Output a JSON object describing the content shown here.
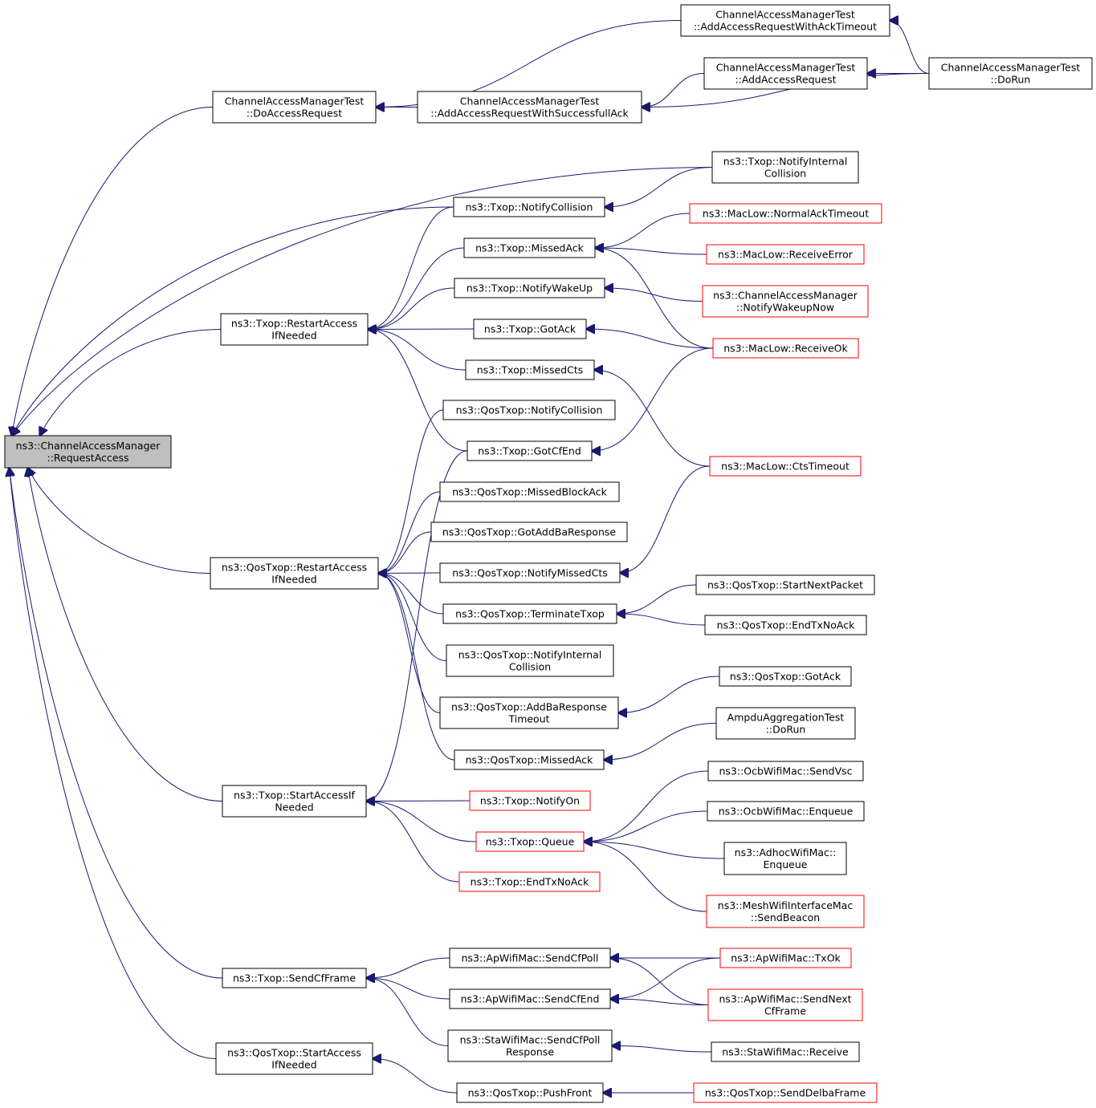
{
  "colors": {
    "edge": "#191970",
    "node_border": "#000000",
    "node_border_truncated": "#ff0000",
    "root_fill": "#bfbfbf",
    "node_fill": "#ffffff"
  },
  "nodes": [
    {
      "id": "root",
      "lines": [
        "ns3::ChannelAccessManager",
        "::RequestAccess"
      ],
      "style": "root"
    },
    {
      "id": "do_access_request",
      "lines": [
        "ChannelAccessManagerTest",
        "::DoAccessRequest"
      ],
      "style": "normal"
    },
    {
      "id": "add_req_ack_timeout",
      "lines": [
        "ChannelAccessManagerTest",
        "::AddAccessRequestWithAckTimeout"
      ],
      "style": "normal"
    },
    {
      "id": "add_req_successful_ack",
      "lines": [
        "ChannelAccessManagerTest",
        "::AddAccessRequestWithSuccessfullAck"
      ],
      "style": "normal"
    },
    {
      "id": "add_access_request",
      "lines": [
        "ChannelAccessManagerTest",
        "::AddAccessRequest"
      ],
      "style": "normal"
    },
    {
      "id": "cam_test_dorun",
      "lines": [
        "ChannelAccessManagerTest",
        "::DoRun"
      ],
      "style": "normal"
    },
    {
      "id": "txop_notify_internal_collision",
      "lines": [
        "ns3::Txop::NotifyInternal",
        "Collision"
      ],
      "style": "normal"
    },
    {
      "id": "txop_notify_collision",
      "lines": [
        "ns3::Txop::NotifyCollision"
      ],
      "style": "normal"
    },
    {
      "id": "maclow_normal_ack_timeout",
      "lines": [
        "ns3::MacLow::NormalAckTimeout"
      ],
      "style": "truncated"
    },
    {
      "id": "txop_missed_ack",
      "lines": [
        "ns3::Txop::MissedAck"
      ],
      "style": "normal"
    },
    {
      "id": "maclow_receive_error",
      "lines": [
        "ns3::MacLow::ReceiveError"
      ],
      "style": "truncated"
    },
    {
      "id": "txop_notify_wakeup",
      "lines": [
        "ns3::Txop::NotifyWakeUp"
      ],
      "style": "normal"
    },
    {
      "id": "cam_notify_wakeup_now",
      "lines": [
        "ns3::ChannelAccessManager",
        "::NotifyWakeupNow"
      ],
      "style": "truncated"
    },
    {
      "id": "txop_restart_access",
      "lines": [
        "ns3::Txop::RestartAccess",
        "IfNeeded"
      ],
      "style": "normal"
    },
    {
      "id": "txop_got_ack",
      "lines": [
        "ns3::Txop::GotAck"
      ],
      "style": "normal"
    },
    {
      "id": "maclow_receive_ok",
      "lines": [
        "ns3::MacLow::ReceiveOk"
      ],
      "style": "truncated"
    },
    {
      "id": "txop_missed_cts",
      "lines": [
        "ns3::Txop::MissedCts"
      ],
      "style": "normal"
    },
    {
      "id": "qostxop_notify_collision",
      "lines": [
        "ns3::QosTxop::NotifyCollision"
      ],
      "style": "normal"
    },
    {
      "id": "txop_got_cf_end",
      "lines": [
        "ns3::Txop::GotCfEnd"
      ],
      "style": "normal"
    },
    {
      "id": "maclow_cts_timeout",
      "lines": [
        "ns3::MacLow::CtsTimeout"
      ],
      "style": "truncated"
    },
    {
      "id": "qostxop_missed_block_ack",
      "lines": [
        "ns3::QosTxop::MissedBlockAck"
      ],
      "style": "normal"
    },
    {
      "id": "qostxop_got_addba_response",
      "lines": [
        "ns3::QosTxop::GotAddBaResponse"
      ],
      "style": "normal"
    },
    {
      "id": "qostxop_restart_access",
      "lines": [
        "ns3::QosTxop::RestartAccess",
        "IfNeeded"
      ],
      "style": "normal"
    },
    {
      "id": "qostxop_notify_missed_cts",
      "lines": [
        "ns3::QosTxop::NotifyMissedCts"
      ],
      "style": "normal"
    },
    {
      "id": "qostxop_start_next_packet",
      "lines": [
        "ns3::QosTxop::StartNextPacket"
      ],
      "style": "normal"
    },
    {
      "id": "qostxop_terminate_txop",
      "lines": [
        "ns3::QosTxop::TerminateTxop"
      ],
      "style": "normal"
    },
    {
      "id": "qostxop_end_tx_no_ack",
      "lines": [
        "ns3::QosTxop::EndTxNoAck"
      ],
      "style": "normal"
    },
    {
      "id": "qostxop_notify_internal_collision",
      "lines": [
        "ns3::QosTxop::NotifyInternal",
        "Collision"
      ],
      "style": "normal"
    },
    {
      "id": "qostxop_got_ack",
      "lines": [
        "ns3::QosTxop::GotAck"
      ],
      "style": "normal"
    },
    {
      "id": "qostxop_addba_response_timeout",
      "lines": [
        "ns3::QosTxop::AddBaResponse",
        "Timeout"
      ],
      "style": "normal"
    },
    {
      "id": "ampdu_test_dorun",
      "lines": [
        "AmpduAggregationTest",
        "::DoRun"
      ],
      "style": "normal"
    },
    {
      "id": "qostxop_missed_ack",
      "lines": [
        "ns3::QosTxop::MissedAck"
      ],
      "style": "normal"
    },
    {
      "id": "ocb_send_vsc",
      "lines": [
        "ns3::OcbWifiMac::SendVsc"
      ],
      "style": "normal"
    },
    {
      "id": "txop_start_access",
      "lines": [
        "ns3::Txop::StartAccessIf",
        "Needed"
      ],
      "style": "normal"
    },
    {
      "id": "txop_notify_on",
      "lines": [
        "ns3::Txop::NotifyOn"
      ],
      "style": "truncated"
    },
    {
      "id": "ocb_enqueue",
      "lines": [
        "ns3::OcbWifiMac::Enqueue"
      ],
      "style": "normal"
    },
    {
      "id": "txop_queue",
      "lines": [
        "ns3::Txop::Queue"
      ],
      "style": "truncated"
    },
    {
      "id": "adhoc_enqueue",
      "lines": [
        "ns3::AdhocWifiMac::",
        "Enqueue"
      ],
      "style": "normal"
    },
    {
      "id": "txop_end_tx_no_ack",
      "lines": [
        "ns3::Txop::EndTxNoAck"
      ],
      "style": "truncated"
    },
    {
      "id": "mesh_send_beacon",
      "lines": [
        "ns3::MeshWifiInterfaceMac",
        "::SendBeacon"
      ],
      "style": "truncated"
    },
    {
      "id": "ap_send_cf_poll",
      "lines": [
        "ns3::ApWifiMac::SendCfPoll"
      ],
      "style": "normal"
    },
    {
      "id": "ap_txok",
      "lines": [
        "ns3::ApWifiMac::TxOk"
      ],
      "style": "truncated"
    },
    {
      "id": "txop_send_cf_frame",
      "lines": [
        "ns3::Txop::SendCfFrame"
      ],
      "style": "normal"
    },
    {
      "id": "ap_send_cf_end",
      "lines": [
        "ns3::ApWifiMac::SendCfEnd"
      ],
      "style": "normal"
    },
    {
      "id": "ap_send_next_cf_frame",
      "lines": [
        "ns3::ApWifiMac::SendNext",
        "CfFrame"
      ],
      "style": "truncated"
    },
    {
      "id": "sta_send_cf_poll_response",
      "lines": [
        "ns3::StaWifiMac::SendCfPoll",
        "Response"
      ],
      "style": "normal"
    },
    {
      "id": "sta_receive",
      "lines": [
        "ns3::StaWifiMac::Receive"
      ],
      "style": "normal"
    },
    {
      "id": "qostxop_start_access",
      "lines": [
        "ns3::QosTxop::StartAccess",
        "IfNeeded"
      ],
      "style": "normal"
    },
    {
      "id": "qostxop_push_front",
      "lines": [
        "ns3::QosTxop::PushFront"
      ],
      "style": "normal"
    },
    {
      "id": "qostxop_send_delba_frame",
      "lines": [
        "ns3::QosTxop::SendDelbaFrame"
      ],
      "style": "truncated"
    }
  ],
  "edges": [
    [
      "do_access_request",
      "root"
    ],
    [
      "txop_notify_internal_collision",
      "root"
    ],
    [
      "txop_notify_collision",
      "root"
    ],
    [
      "txop_restart_access",
      "root"
    ],
    [
      "qostxop_restart_access",
      "root"
    ],
    [
      "txop_start_access",
      "root"
    ],
    [
      "txop_send_cf_frame",
      "root"
    ],
    [
      "qostxop_start_access",
      "root"
    ],
    [
      "add_req_ack_timeout",
      "do_access_request"
    ],
    [
      "add_req_successful_ack",
      "do_access_request"
    ],
    [
      "cam_test_dorun",
      "add_req_ack_timeout"
    ],
    [
      "add_access_request",
      "add_req_successful_ack"
    ],
    [
      "cam_test_dorun",
      "add_req_successful_ack"
    ],
    [
      "cam_test_dorun",
      "add_access_request"
    ],
    [
      "txop_notify_internal_collision",
      "txop_notify_collision"
    ],
    [
      "txop_notify_collision",
      "txop_restart_access"
    ],
    [
      "txop_missed_ack",
      "txop_restart_access"
    ],
    [
      "txop_notify_wakeup",
      "txop_restart_access"
    ],
    [
      "txop_got_ack",
      "txop_restart_access"
    ],
    [
      "txop_missed_cts",
      "txop_restart_access"
    ],
    [
      "txop_got_cf_end",
      "txop_restart_access"
    ],
    [
      "maclow_normal_ack_timeout",
      "txop_missed_ack"
    ],
    [
      "maclow_receive_error",
      "txop_missed_ack"
    ],
    [
      "maclow_receive_ok",
      "txop_missed_ack"
    ],
    [
      "cam_notify_wakeup_now",
      "txop_notify_wakeup"
    ],
    [
      "maclow_receive_ok",
      "txop_got_ack"
    ],
    [
      "maclow_cts_timeout",
      "txop_missed_cts"
    ],
    [
      "maclow_receive_ok",
      "txop_got_cf_end"
    ],
    [
      "txop_got_cf_end",
      "txop_start_access"
    ],
    [
      "qostxop_notify_collision",
      "qostxop_restart_access"
    ],
    [
      "qostxop_missed_block_ack",
      "qostxop_restart_access"
    ],
    [
      "qostxop_got_addba_response",
      "qostxop_restart_access"
    ],
    [
      "qostxop_notify_missed_cts",
      "qostxop_restart_access"
    ],
    [
      "qostxop_terminate_txop",
      "qostxop_restart_access"
    ],
    [
      "qostxop_notify_internal_collision",
      "qostxop_restart_access"
    ],
    [
      "qostxop_addba_response_timeout",
      "qostxop_restart_access"
    ],
    [
      "qostxop_missed_ack",
      "qostxop_restart_access"
    ],
    [
      "maclow_cts_timeout",
      "qostxop_notify_missed_cts"
    ],
    [
      "qostxop_start_next_packet",
      "qostxop_terminate_txop"
    ],
    [
      "qostxop_end_tx_no_ack",
      "qostxop_terminate_txop"
    ],
    [
      "qostxop_got_ack",
      "qostxop_addba_response_timeout"
    ],
    [
      "ampdu_test_dorun",
      "qostxop_missed_ack"
    ],
    [
      "txop_notify_on",
      "txop_start_access"
    ],
    [
      "txop_queue",
      "txop_start_access"
    ],
    [
      "txop_end_tx_no_ack",
      "txop_start_access"
    ],
    [
      "ocb_send_vsc",
      "txop_queue"
    ],
    [
      "ocb_enqueue",
      "txop_queue"
    ],
    [
      "adhoc_enqueue",
      "txop_queue"
    ],
    [
      "mesh_send_beacon",
      "txop_queue"
    ],
    [
      "ap_send_cf_poll",
      "txop_send_cf_frame"
    ],
    [
      "ap_send_cf_end",
      "txop_send_cf_frame"
    ],
    [
      "sta_send_cf_poll_response",
      "txop_send_cf_frame"
    ],
    [
      "ap_txok",
      "ap_send_cf_poll"
    ],
    [
      "ap_send_next_cf_frame",
      "ap_send_cf_poll"
    ],
    [
      "ap_txok",
      "ap_send_cf_end"
    ],
    [
      "ap_send_next_cf_frame",
      "ap_send_cf_end"
    ],
    [
      "sta_receive",
      "sta_send_cf_poll_response"
    ],
    [
      "qostxop_push_front",
      "qostxop_start_access"
    ],
    [
      "qostxop_send_delba_frame",
      "qostxop_push_front"
    ]
  ]
}
